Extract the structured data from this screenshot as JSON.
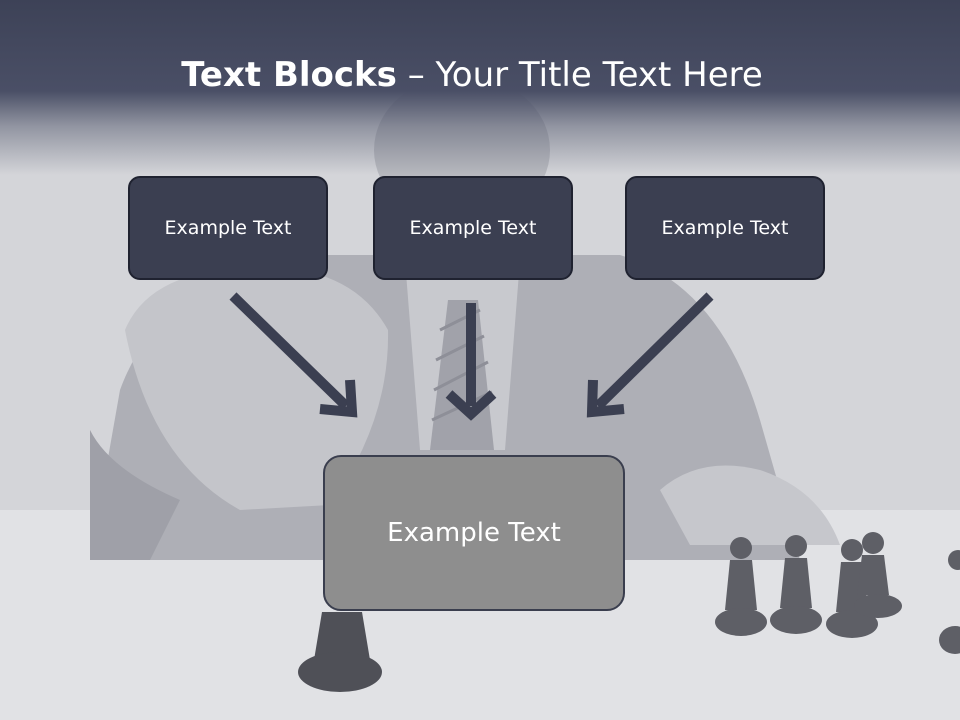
{
  "slide": {
    "title_bold": "Text Blocks",
    "title_dash": " – ",
    "title_rest": "Your Title Text Here"
  },
  "blocks": [
    {
      "label": "Example Text"
    },
    {
      "label": "Example Text"
    },
    {
      "label": "Example Text"
    }
  ],
  "center_block": {
    "label": "Example Text"
  },
  "colors": {
    "title_band": "#4a4f66",
    "box_fill": "#3b3f51",
    "center_box_fill": "#8e8e8e",
    "arrow": "#3b3f51"
  },
  "icons": [
    "arrow-down-right-icon",
    "arrow-down-icon",
    "arrow-down-left-icon"
  ]
}
